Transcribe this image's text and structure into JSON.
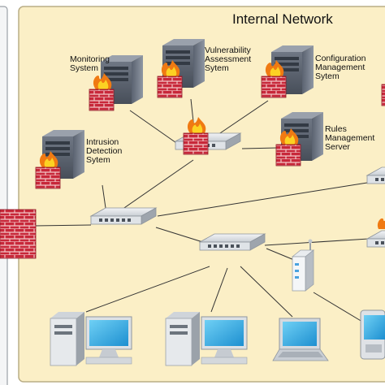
{
  "network": {
    "title": "Internal Network",
    "labels": {
      "monitoring": [
        "Monitoring",
        "System"
      ],
      "vulnerability": [
        "Vulnerability",
        "Assessment",
        "Sytem"
      ],
      "configuration": [
        "Configuration",
        "Management",
        "Sytem"
      ],
      "rules": [
        "Rules",
        "Management",
        "Server"
      ],
      "intrusion": [
        "Intrusion",
        "Detection",
        "Sytem"
      ]
    }
  }
}
